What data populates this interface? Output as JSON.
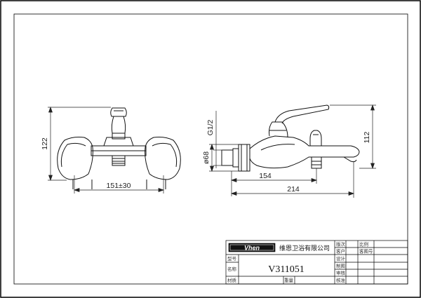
{
  "front_view": {
    "height_dim": "122",
    "width_dim": "151±30"
  },
  "side_view": {
    "thread_dim": "G1/2",
    "diameter_dim": "ø68",
    "length_short_dim": "154",
    "length_total_dim": "214",
    "height_dim": "112"
  },
  "title_block": {
    "logo": "Vhen",
    "company": "维恩卫浴有限公司",
    "product_code": "V311051",
    "row_labels": [
      "型号",
      "名称",
      "材质"
    ],
    "weight_label": "重量",
    "col_labels": [
      "版次",
      "客户",
      "设计",
      "制图",
      "审核",
      "核准"
    ],
    "col2_labels": [
      "比例",
      "客图号"
    ]
  }
}
